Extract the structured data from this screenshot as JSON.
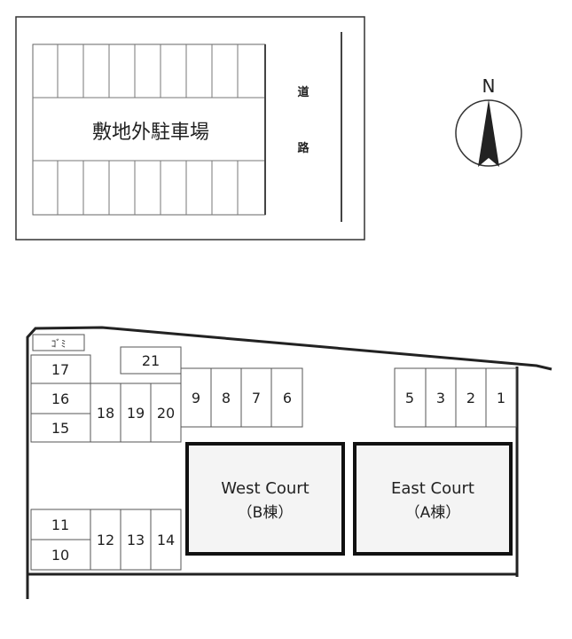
{
  "offsite_lot": {
    "label": "敷地外駐車場",
    "road_chars": [
      "道",
      "路"
    ]
  },
  "compass": {
    "label": "N"
  },
  "garbage": {
    "label": "ｺﾞﾐ"
  },
  "spaces": {
    "s1": "1",
    "s2": "2",
    "s3": "3",
    "s5": "5",
    "s6": "6",
    "s7": "7",
    "s8": "8",
    "s9": "9",
    "s10": "10",
    "s11": "11",
    "s12": "12",
    "s13": "13",
    "s14": "14",
    "s15": "15",
    "s16": "16",
    "s17": "17",
    "s18": "18",
    "s19": "19",
    "s20": "20",
    "s21": "21"
  },
  "buildings": {
    "west": {
      "name": "West Court",
      "sub": "（B棟）"
    },
    "east": {
      "name": "East Court",
      "sub": "（A棟）"
    }
  }
}
